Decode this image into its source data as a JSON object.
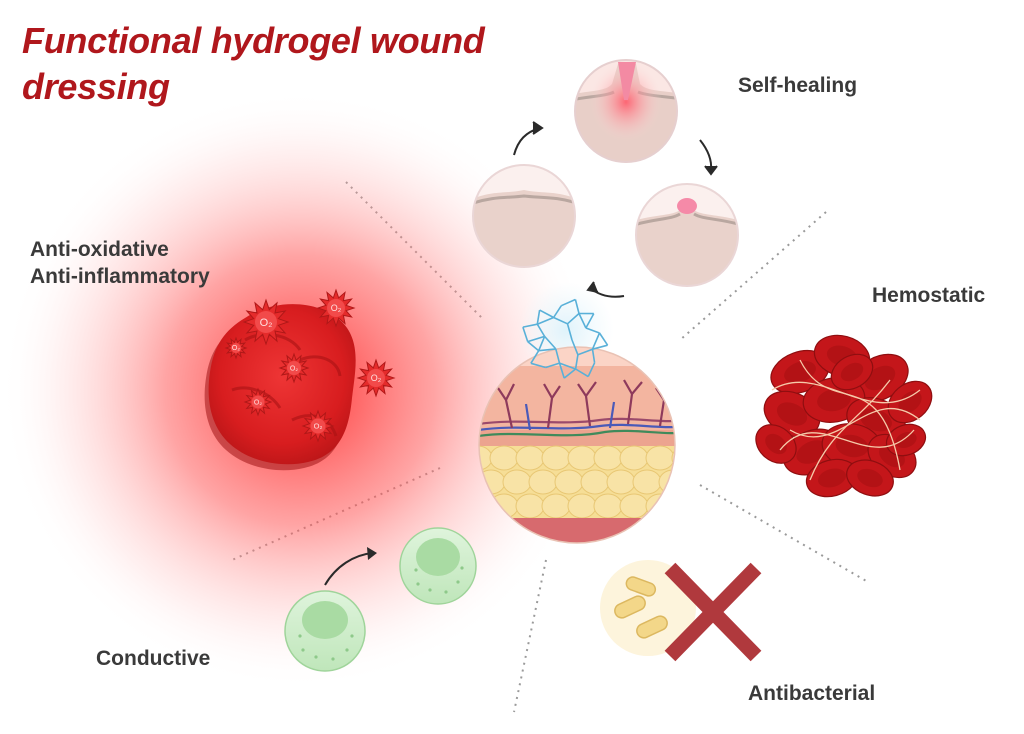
{
  "title": {
    "line1": "Functional hydrogel wound",
    "line2": "dressing"
  },
  "properties": {
    "self_healing": "Self-healing",
    "anti_oxidative": "Anti-oxidative",
    "anti_inflammatory": "Anti-inflammatory",
    "hemostatic": "Hemostatic",
    "conductive": "Conductive",
    "antibacterial": "Antibacterial"
  },
  "ros_labels": [
    "O₂",
    "O₂",
    "O₂",
    "O₂",
    "O₂",
    "O₂",
    "O₂"
  ],
  "colors": {
    "title": "#b0171c",
    "label": "#3a3a3a",
    "ros_red": "#e52b2b",
    "rbc_red": "#c4161a",
    "cell_green": "#c7ebc4",
    "bacteria_yellow": "#f3d789",
    "cross_red": "#b0393d",
    "skin_pink": "#f4b6a0",
    "fat_yellow": "#f6de96"
  },
  "icons": [
    "self-healing-cycle-icon",
    "ros-cluster-icon",
    "red-blood-cell-cluster-icon",
    "stem-cell-icon",
    "bacteria-cross-icon",
    "skin-cross-section-icon"
  ]
}
